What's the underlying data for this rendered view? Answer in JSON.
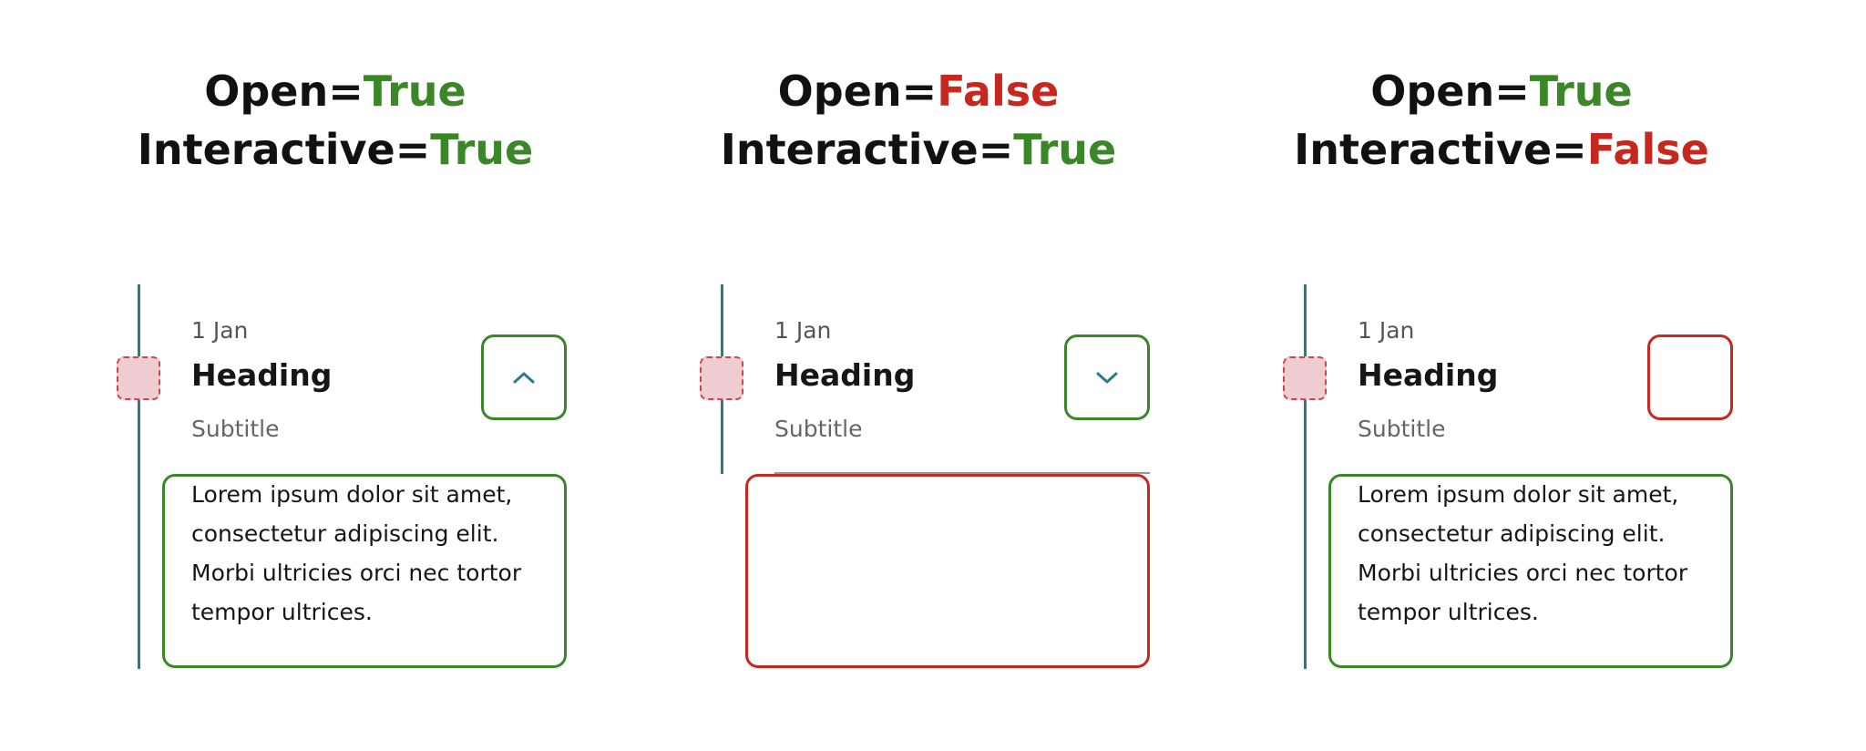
{
  "variants": [
    {
      "open_key": "Open=",
      "open_value": "True",
      "interactive_key": "Interactive=",
      "interactive_value": "True",
      "date": "1 Jan",
      "heading": "Heading",
      "subtitle": "Subtitle",
      "chevron": "chevron-up-icon",
      "body": "Lorem ipsum dolor sit amet, consectetur adipiscing elit. Morbi ultricies orci nec tortor tempor ultrices."
    },
    {
      "open_key": "Open=",
      "open_value": "False",
      "interactive_key": "Interactive=",
      "interactive_value": "True",
      "date": "1 Jan",
      "heading": "Heading",
      "subtitle": "Subtitle",
      "chevron": "chevron-down-icon",
      "body": ""
    },
    {
      "open_key": "Open=",
      "open_value": "True",
      "interactive_key": "Interactive=",
      "interactive_value": "False",
      "date": "1 Jan",
      "heading": "Heading",
      "subtitle": "Subtitle",
      "chevron": "",
      "body": "Lorem ipsum dolor sit amet, consectetur adipiscing elit. Morbi ultricies orci nec tortor tempor ultrices."
    }
  ],
  "colors": {
    "true": "#3a8727",
    "false": "#c6281f",
    "timeline": "#2e7a8c",
    "marker_fill": "#efcdd2",
    "marker_border": "#d2444a"
  }
}
